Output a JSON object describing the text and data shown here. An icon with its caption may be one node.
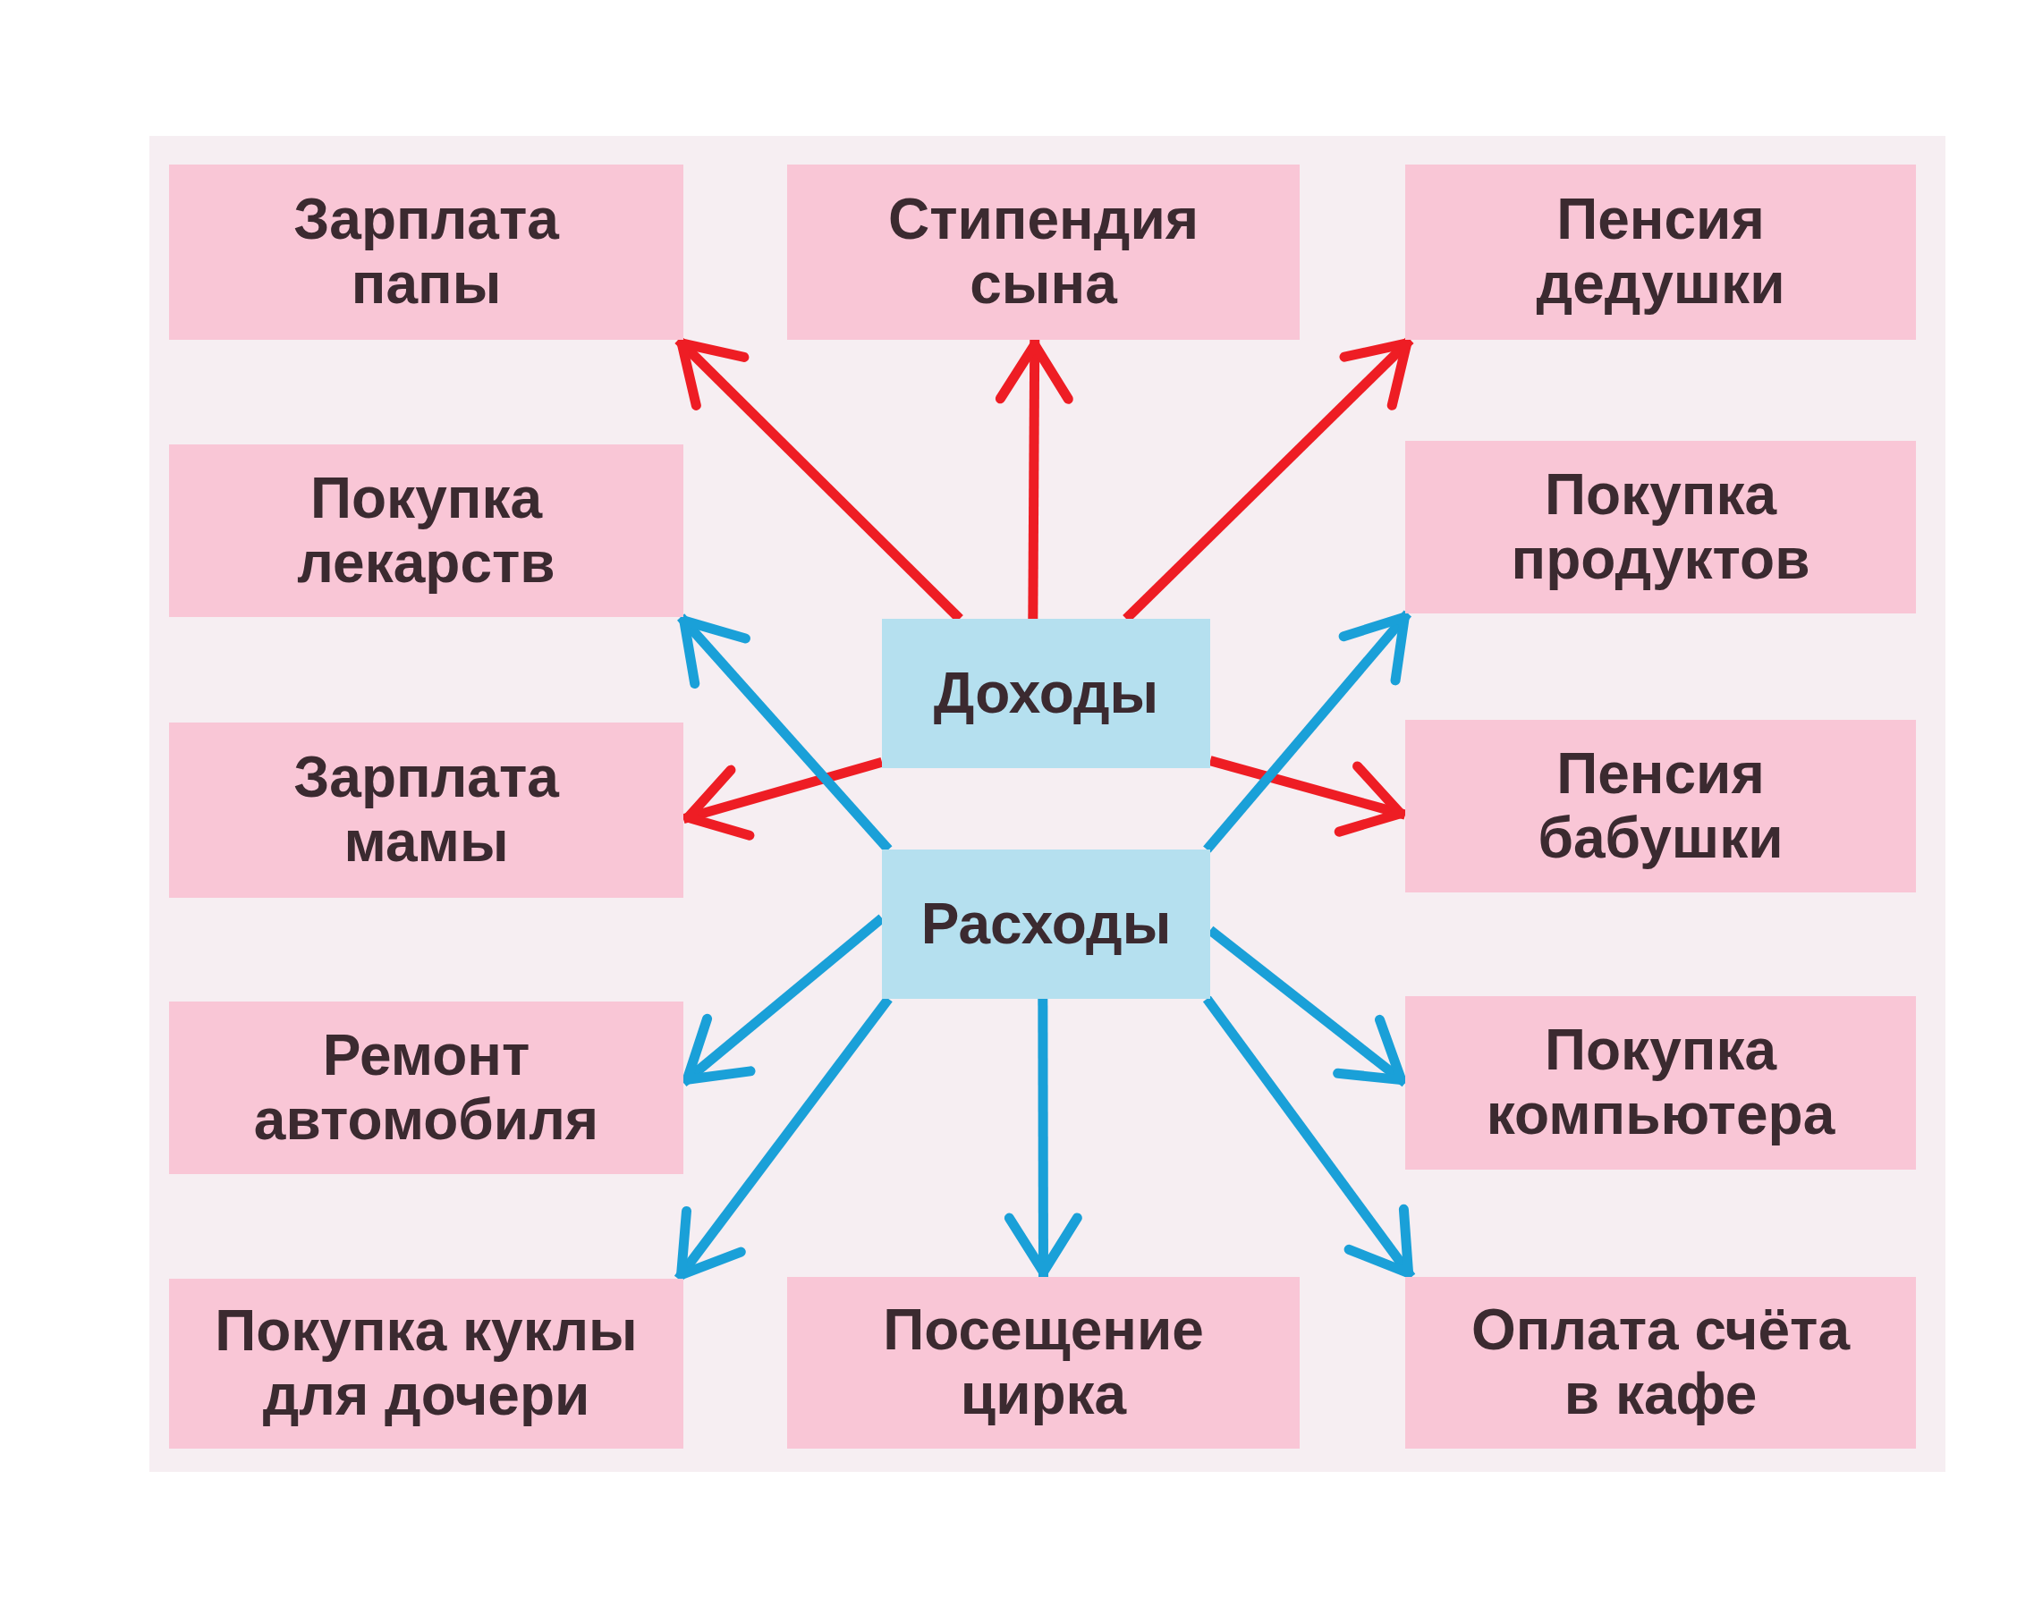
{
  "diagram": {
    "nodes": [
      {
        "text": [
          "Зарплата папы"
        ]
      },
      {
        "text": [
          "Стипендия сына"
        ]
      },
      {
        "text": [
          "Пенсия дедушки"
        ]
      },
      {
        "text": [
          "Покупка лекарств"
        ]
      },
      {
        "text": [
          "Покупка продуктов"
        ]
      },
      {
        "text": [
          "Доходы"
        ]
      },
      {
        "text": [
          "Зарплата мамы"
        ]
      },
      {
        "text": [
          "Пенсия бабушки"
        ]
      },
      {
        "text": [
          "Расходы"
        ]
      },
      {
        "text": [
          "Ремонт автомобиля"
        ]
      },
      {
        "text": [
          "Покупка компьютера"
        ]
      },
      {
        "text": [
          "Покупка куклы для дочери"
        ]
      },
      {
        "text": [
          "Посещение цирка"
        ]
      },
      {
        "text": [
          "Оплата счёта в кафе"
        ]
      }
    ],
    "edges": [
      {
        "from": 5,
        "to": 0,
        "arrow": "to",
        "color": "#ee1d24"
      },
      {
        "from": 5,
        "to": 1,
        "arrow": "to",
        "color": "#ee1d24"
      },
      {
        "from": 5,
        "to": 2,
        "arrow": "to",
        "color": "#ee1d24"
      },
      {
        "from": 5,
        "to": 6,
        "arrow": "to",
        "color": "#ee1d24"
      },
      {
        "from": 5,
        "to": 7,
        "arrow": "to",
        "color": "#ee1d24"
      },
      {
        "from": 8,
        "to": 3,
        "arrow": "to"
      },
      {
        "from": 8,
        "to": 4,
        "arrow": "to"
      },
      {
        "from": 8,
        "to": 9,
        "arrow": "to"
      },
      {
        "from": 8,
        "to": 11,
        "arrow": "to"
      },
      {
        "from": 8,
        "to": 12,
        "arrow": "to"
      },
      {
        "from": 8,
        "to": 13,
        "arrow": "to"
      },
      {
        "from": 8,
        "to": 10,
        "arrow": "to"
      }
    ]
  }
}
